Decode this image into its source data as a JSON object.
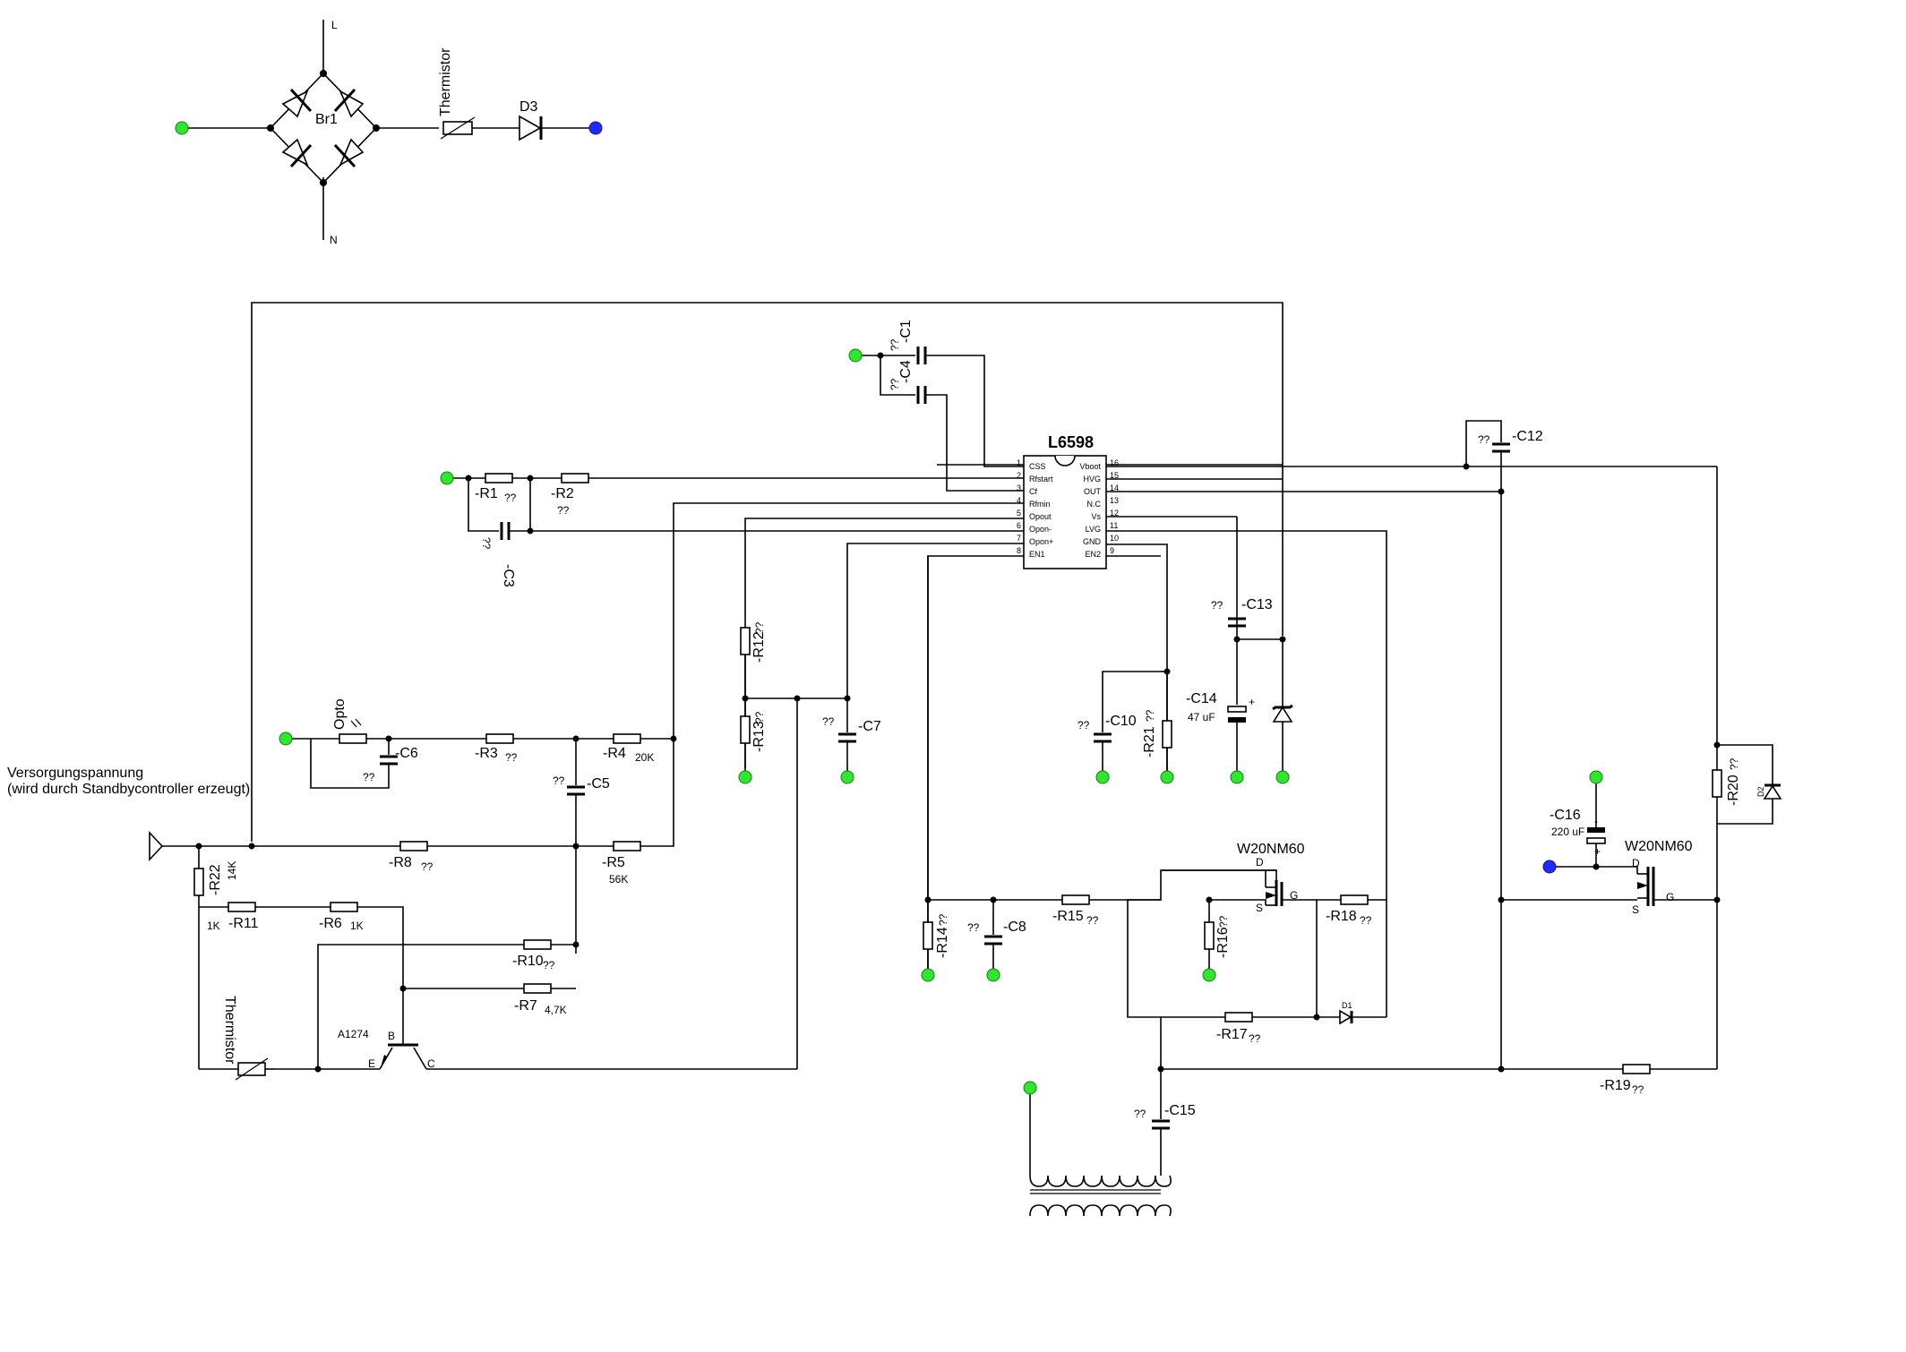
{
  "bridge": {
    "L": "L",
    "N": "N",
    "br": "Br1",
    "thermistor": "Thermistor",
    "diode": "D3"
  },
  "ic": {
    "name": "L6598",
    "left_pins": [
      "CSS",
      "Rfstart",
      "Cf",
      "Rfmin",
      "Opout",
      "Opon-",
      "Opon+",
      "EN1"
    ],
    "left_nums": [
      "1",
      "2",
      "3",
      "4",
      "5",
      "6",
      "7",
      "8"
    ],
    "right_pins": [
      "Vboot",
      "HVG",
      "OUT",
      "N.C",
      "Vs",
      "LVG",
      "GND",
      "EN2"
    ],
    "right_nums": [
      "16",
      "15",
      "14",
      "13",
      "12",
      "11",
      "10",
      "9"
    ]
  },
  "supply": {
    "line1": "Versorgungspannung",
    "line2": "(wird durch Standbycontroller erzeugt)"
  },
  "q": "??",
  "parts": {
    "C1": "-C1",
    "C4": "-C4",
    "C12": "-C12",
    "R1": "-R1",
    "R2": "-R2",
    "C3": "-C3",
    "R12": "-R12",
    "R13": "-R13",
    "C7": "-C7",
    "C13": "-C13",
    "C14": "-C14",
    "C14v": "47 uF",
    "C10": "-C10",
    "R21": "-R21",
    "opto": "Opto",
    "C6": "-C6",
    "R3": "-R3",
    "R4": "-R4",
    "R4v": "20K",
    "C5": "-C5",
    "R8": "-R8",
    "R5": "-R5",
    "R5v": "56K",
    "R22": "-R22",
    "R22v": "14K",
    "R11": "-R11",
    "R11v": "1K",
    "R6": "-R6",
    "R6v": "1K",
    "R10": "-R10",
    "R7": "-R7",
    "R7v": "4,7K",
    "thermistor2": "Thermistor",
    "q1": "A1274",
    "B": "B",
    "E": "E",
    "C": "C",
    "R14": "-R14",
    "C8": "-C8",
    "R15": "-R15",
    "R16": "-R16",
    "R18": "-R18",
    "R17": "-R17",
    "D1": "D1",
    "C15": "-C15",
    "R19": "-R19",
    "C16": "-C16",
    "C16v": "220 uF",
    "R20": "-R20",
    "D2": "D2",
    "mos1": "W20NM60",
    "mos2": "W20NM60",
    "D": "D",
    "S": "S",
    "G": "G"
  },
  "colors": {
    "terminal_green": "#2ee82e",
    "terminal_blue": "#1f2bff"
  }
}
